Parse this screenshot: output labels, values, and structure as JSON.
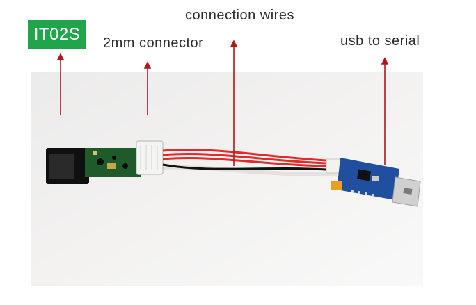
{
  "labels": {
    "badge": "IT02S",
    "connector": "2mm connector",
    "wires": "connection wires",
    "usb": "usb to serial"
  },
  "colors": {
    "badge_bg": "#1fa64a",
    "arrow": "#b01818",
    "wire_red": "#e32a2a",
    "board_green": "#1f5a2a",
    "board_blue": "#1f4f9e"
  }
}
